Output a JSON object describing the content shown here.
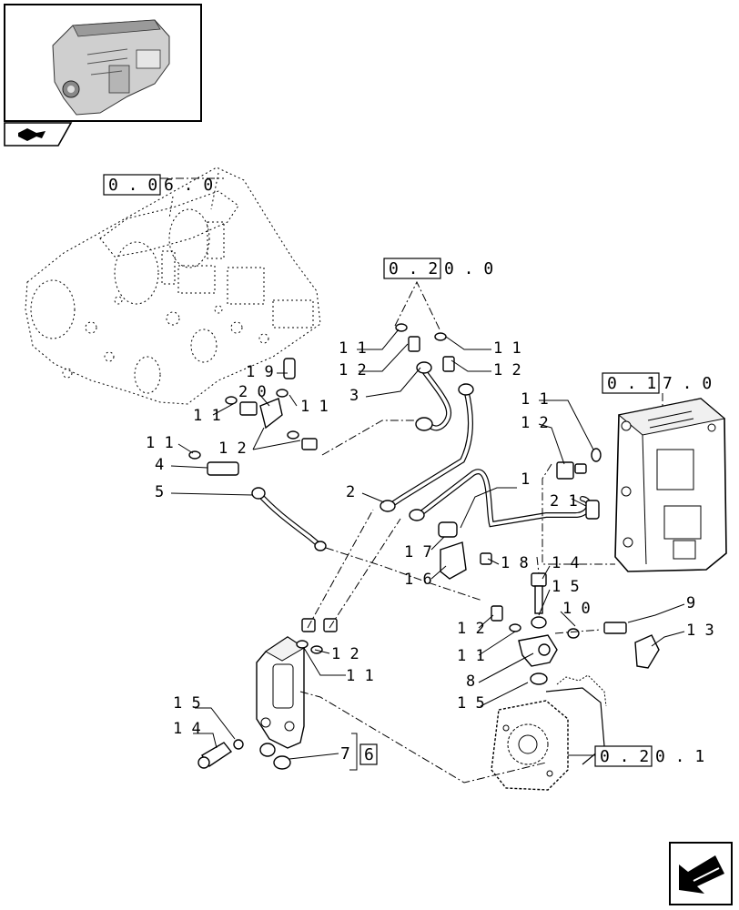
{
  "nav": {
    "thumbnail_icon": "engine-thumbnail-icon",
    "nav_icon": "section-arrow-icon",
    "next_icon": "next-page-arrow-icon"
  },
  "references": {
    "r1": {
      "boxed": "0 . 0",
      "rest": "6 . 0"
    },
    "r2": {
      "boxed": "0 . 2",
      "rest": "0 . 0"
    },
    "r3": {
      "boxed": "0 . 1",
      "rest": "7 . 0"
    },
    "r4": {
      "boxed": "0 . 2",
      "rest": "0 . 1"
    },
    "r5": {
      "num": "7",
      "boxed": "6"
    }
  },
  "callouts": [
    "1 1",
    "1 1",
    "1 2",
    "1 2",
    "3",
    "1 9",
    "2 0",
    "1 1",
    "1 1",
    "1 2",
    "1 1",
    "4",
    "5",
    "2",
    "1 1",
    "1 2",
    "2 1",
    "1",
    "1 7",
    "1 6",
    "1 8",
    "1 4",
    "1 5",
    "1 0",
    "9",
    "1 3",
    "1 2",
    "1 1",
    "8",
    "1 2",
    "1 1",
    "1 5",
    "1 5",
    "1 4",
    "7"
  ]
}
